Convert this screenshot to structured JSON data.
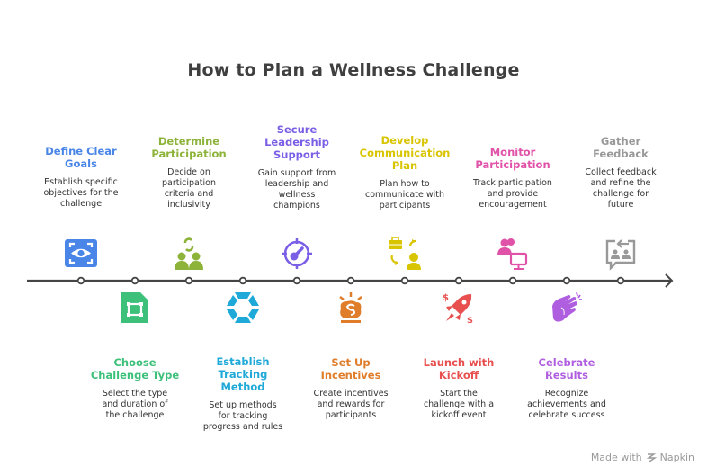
{
  "title": "How to Plan a Wellness Challenge",
  "steps_top": [
    {
      "heading": "Define Clear Goals",
      "heading_lines": [
        "Define Clear",
        "Goals"
      ],
      "description": "Establish specific objectives for the challenge",
      "desc_lines": [
        "Establish specific",
        "objectives for the",
        "challenge"
      ],
      "color": "#4a86e8",
      "icon": "eye-focus-icon"
    },
    {
      "heading": "Determine Participation",
      "heading_lines": [
        "Determine",
        "Participation"
      ],
      "description": "Decide on participation criteria and inclusivity",
      "desc_lines": [
        "Decide on",
        "participation",
        "criteria and",
        "inclusivity"
      ],
      "color": "#8db33a",
      "icon": "people-exchange-icon"
    },
    {
      "heading": "Secure Leadership Support",
      "heading_lines": [
        "Secure",
        "Leadership",
        "Support"
      ],
      "description": "Gain support from leadership and wellness champions",
      "desc_lines": [
        "Gain support from",
        "leadership and",
        "wellness",
        "champions"
      ],
      "color": "#7b5ee6",
      "icon": "target-key-icon"
    },
    {
      "heading": "Develop Communication Plan",
      "heading_lines": [
        "Develop",
        "Communication",
        "Plan"
      ],
      "description": "Plan how to communicate with participants",
      "desc_lines": [
        "Plan how to",
        "communicate with",
        "participants"
      ],
      "color": "#d9c400",
      "icon": "briefcase-person-icon"
    },
    {
      "heading": "Monitor Participation",
      "heading_lines": [
        "Monitor",
        "Participation"
      ],
      "description": "Track participation and provide encouragement",
      "desc_lines": [
        "Track participation",
        "and provide",
        "encouragement"
      ],
      "color": "#e052a8",
      "icon": "users-monitor-icon"
    },
    {
      "heading": "Gather Feedback",
      "heading_lines": [
        "Gather",
        "Feedback"
      ],
      "description": "Collect feedback and refine the challenge for future",
      "desc_lines": [
        "Collect feedback",
        "and refine the",
        "challenge for",
        "future"
      ],
      "color": "#999999",
      "icon": "feedback-chat-icon"
    }
  ],
  "steps_bottom": [
    {
      "heading": "Choose Challenge Type",
      "heading_lines": [
        "Choose",
        "Challenge Type"
      ],
      "description": "Select the type and duration of the challenge",
      "desc_lines": [
        "Select the type",
        "and duration of",
        "the challenge"
      ],
      "color": "#3cc07a",
      "icon": "document-frame-icon"
    },
    {
      "heading": "Establish Tracking Method",
      "heading_lines": [
        "Establish",
        "Tracking",
        "Method"
      ],
      "description": "Set up methods for tracking progress and rules",
      "desc_lines": [
        "Set up methods",
        "for tracking",
        "progress and rules"
      ],
      "color": "#1fa9d8",
      "icon": "hexagon-ring-icon"
    },
    {
      "heading": "Set Up Incentives",
      "heading_lines": [
        "Set Up",
        "Incentives"
      ],
      "description": "Create incentives and rewards for participants",
      "desc_lines": [
        "Create incentives",
        "and rewards for",
        "participants"
      ],
      "color": "#e07d2a",
      "icon": "money-bag-icon"
    },
    {
      "heading": "Launch with Kickoff",
      "heading_lines": [
        "Launch with",
        "Kickoff"
      ],
      "description": "Start the challenge with a kickoff event",
      "desc_lines": [
        "Start the",
        "challenge with a",
        "kickoff event"
      ],
      "color": "#e8504f",
      "icon": "rocket-dollar-icon"
    },
    {
      "heading": "Celebrate Results",
      "heading_lines": [
        "Celebrate",
        "Results"
      ],
      "description": "Recognize achievements and celebrate success",
      "desc_lines": [
        "Recognize",
        "achievements and",
        "celebrate success"
      ],
      "color": "#b05ee0",
      "icon": "clapping-hands-icon"
    }
  ],
  "footer": {
    "made_with": "Made with",
    "brand": "Napkin"
  }
}
